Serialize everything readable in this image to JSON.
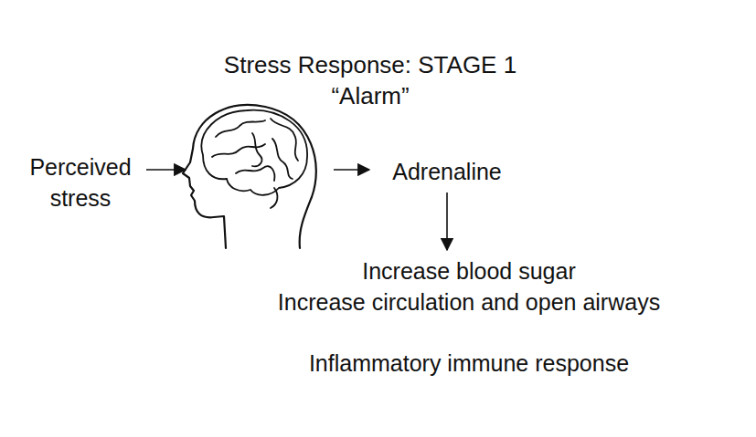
{
  "diagram": {
    "title": "Stress Response: STAGE 1 “Alarm”",
    "nodes": [
      {
        "text": [
          "Perceived stress"
        ]
      },
      {
        "text": [
          "Adrenaline"
        ]
      },
      {
        "text": [
          "Increase blood sugar",
          "Increase circulation and open airways"
        ]
      }
    ],
    "edges": [
      {
        "from": 1,
        "to": 2,
        "arrow": "to"
      }
    ],
    "labels": [
      "Inflammatory immune response"
    ]
  }
}
